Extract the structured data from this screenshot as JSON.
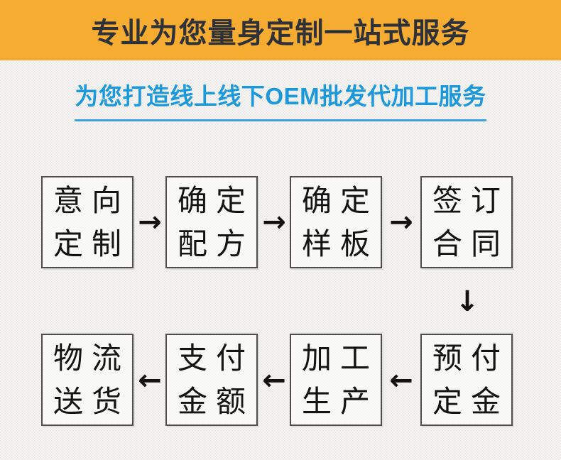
{
  "banner": {
    "title": "专业为您量身定制一站式服务"
  },
  "subtitle": {
    "text": "为您打造线上线下OEM批发代加工服务"
  },
  "flow": {
    "arrow_right": "→",
    "arrow_left": "←",
    "arrow_down": "↓",
    "row1": [
      {
        "line1": "意向",
        "line2": "定制"
      },
      {
        "line1": "确定",
        "line2": "配方"
      },
      {
        "line1": "确定",
        "line2": "样板"
      },
      {
        "line1": "签订",
        "line2": "合同"
      }
    ],
    "row2": [
      {
        "line1": "物流",
        "line2": "送货"
      },
      {
        "line1": "支付",
        "line2": "金额"
      },
      {
        "line1": "加工",
        "line2": "生产"
      },
      {
        "line1": "预付",
        "line2": "定金"
      }
    ]
  },
  "colors": {
    "banner_bg": "#f6ab31",
    "banner_text": "#2d313a",
    "accent_blue": "#1c99dc",
    "box_border": "#4d4d4d",
    "arrow": "#111111",
    "page_bg": "#f0efed"
  }
}
